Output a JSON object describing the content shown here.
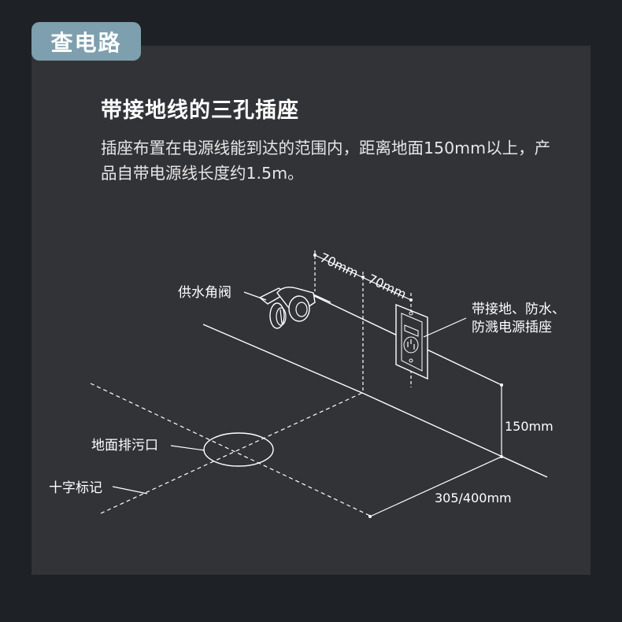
{
  "badge": {
    "label": "查电路"
  },
  "title": "带接地线的三孔插座",
  "description": "插座布置在电源线能到达的范围内，距离地面150mm以上，产品自带电源线长度约1.5m。",
  "labels": {
    "valve": "供水角阀",
    "socket_line1": "带接地、防水、",
    "socket_line2": "防溅电源插座",
    "drain": "地面排污口",
    "cross_mark": "十字标记"
  },
  "dimensions": {
    "first_70": "70mm",
    "second_70": "70mm",
    "height": "150mm",
    "distance": "305/400mm"
  },
  "colors": {
    "background": "#1e2126",
    "panel": "#323337",
    "badge": "#7e9fae",
    "line": "#ffffff"
  }
}
